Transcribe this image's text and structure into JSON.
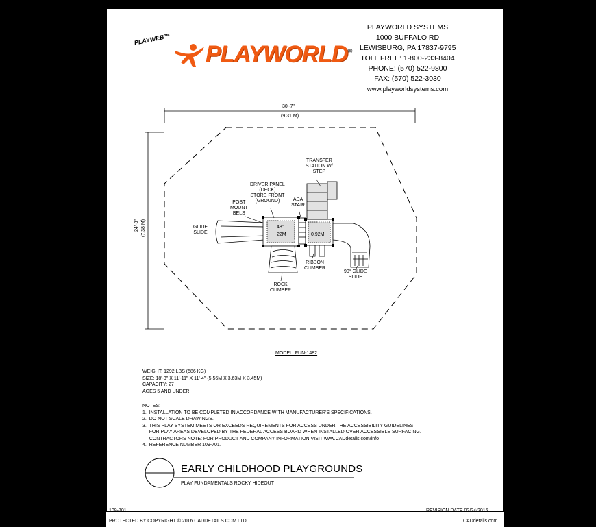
{
  "company": {
    "lines": [
      "PLAYWORLD SYSTEMS",
      "1000 BUFFALO RD",
      "LEWISBURG, PA 17837-9795",
      "TOLL FREE: 1-800-233-8404",
      "PHONE: (570) 522-9800",
      "FAX: (570) 522-3030"
    ],
    "website": "www.playworldsystems.com"
  },
  "logo": {
    "playweb": "PLAYWEB™",
    "name": "PLAYWORLD",
    "mark": "®",
    "color": "#f05a12"
  },
  "dimensions": {
    "width_ft": "30'-7\"",
    "width_m": "(9.31 M)",
    "height_ft": "24'-3\"",
    "height_m": "(7.38 M)"
  },
  "labels": {
    "transfer": [
      "TRANSFER",
      "STATION W/",
      "STEP"
    ],
    "driver": [
      "DRIVER PANEL",
      "(DECK)",
      "STORE FRONT",
      "(GROUND)"
    ],
    "ada": [
      "ADA",
      "STAIR"
    ],
    "post": [
      "POST",
      "MOUNT",
      "BELS"
    ],
    "glide": [
      "GLIDE",
      "SLIDE"
    ],
    "deck_48": "48\"",
    "deck_22": "22M",
    "deck_92": "0.92M",
    "ribbon": [
      "RIBBON",
      "CLIMBER"
    ],
    "glide90": [
      "90° GLIDE",
      "SLIDE"
    ],
    "rock": [
      "ROCK",
      "CLIMBER"
    ]
  },
  "model": "MODEL: FUN-1482",
  "specs": [
    "WEIGHT: 1292 LBS (586 KG)",
    "SIZE: 18'-3\" X 11'-11\" X 11'-4\" (5.56M X 3.63M X 3.45M)",
    "CAPACITY: 27",
    "AGES 5 AND UNDER"
  ],
  "notes": {
    "header": "NOTES:",
    "items": [
      "1.  INSTALLATION TO BE COMPLETED IN ACCORDANCE WITH MANUFACTURER'S SPECIFICATIONS.",
      "2.  DO NOT SCALE DRAWINGS.",
      "3.  THIS PLAY SYSTEM MEETS OR EXCEEDS REQUIREMENTS FOR ACCESS UNDER THE ACCESSIBILITY GUIDELINES",
      "     FOR PLAY AREAS DEVELOPED BY THE FEDERAL ACCESS BOARD WHEN INSTALLED OVER ACCESSIBLE SURFACING.",
      "     CONTRACTORS NOTE: FOR PRODUCT AND COMPANY INFORMATION VISIT www.CADdetails.com/info",
      "4.  REFERENCE NUMBER 109-701."
    ]
  },
  "titleblock": {
    "title": "EARLY CHILDHOOD PLAYGROUNDS",
    "subtitle": "PLAY FUNDAMENTALS ROCKY HIDEOUT"
  },
  "footer": {
    "ref": "109-701",
    "revision": "REVISION DATE 02/24/2016",
    "copyright": "PROTECTED BY COPYRIGHT © 2016 CADDETAILS.COM LTD.",
    "site": "CADdetails.com"
  }
}
